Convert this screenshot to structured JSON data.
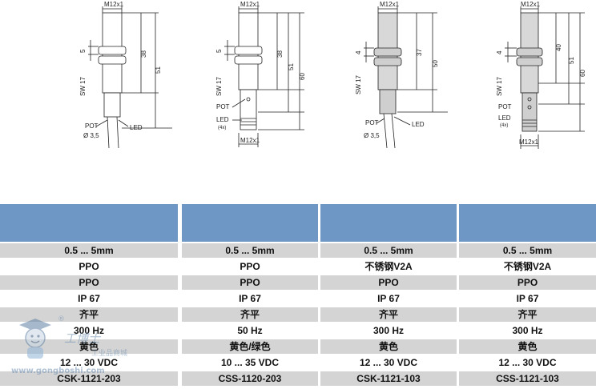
{
  "drawings": {
    "thread_label": "M12x1",
    "sw_label": "SW 17",
    "pot_label": "POT",
    "led_label": "LED",
    "led_count": "(4x)",
    "cable_label": "Ø 3,5",
    "d1": {
      "nut": "5",
      "body": "38",
      "total": "51"
    },
    "d2": {
      "nut": "5",
      "body": "38",
      "total": "51",
      "overall": "60"
    },
    "d3": {
      "nut": "4",
      "body": "37",
      "total": "50"
    },
    "d4": {
      "nut": "4",
      "body": "40",
      "total": "51",
      "overall": "60"
    }
  },
  "table": {
    "columns": [
      {
        "rows": [
          "0.5 ... 5mm",
          "PPO",
          "PPO",
          "IP 67",
          "齐平",
          "300 Hz",
          "黄色",
          "12 ... 30 VDC",
          "CSK-1121-203"
        ]
      },
      {
        "rows": [
          "0.5 ... 5mm",
          "PPO",
          "PPO",
          "IP 67",
          "齐平",
          "50 Hz",
          "黄色/绿色",
          "10 ... 35 VDC",
          "CSS-1120-203"
        ]
      },
      {
        "rows": [
          "0.5 ... 5mm",
          "不锈钢V2A",
          "PPO",
          "IP 67",
          "齐平",
          "300 Hz",
          "黄色",
          "12 ... 30 VDC",
          "CSK-1121-103"
        ]
      },
      {
        "rows": [
          "0.5 ... 5mm",
          "不锈钢V2A",
          "PPO",
          "IP 67",
          "齐平",
          "300 Hz",
          "黄色",
          "12 ... 30 VDC",
          "CSS-1121-103"
        ]
      }
    ]
  },
  "watermark": {
    "brand": "工博士",
    "sub": "工业品商城",
    "url": "www.gongboshi.com",
    "reg": "®"
  },
  "colors": {
    "header": "#6f97c6",
    "stripe": "#d4d4d4"
  }
}
